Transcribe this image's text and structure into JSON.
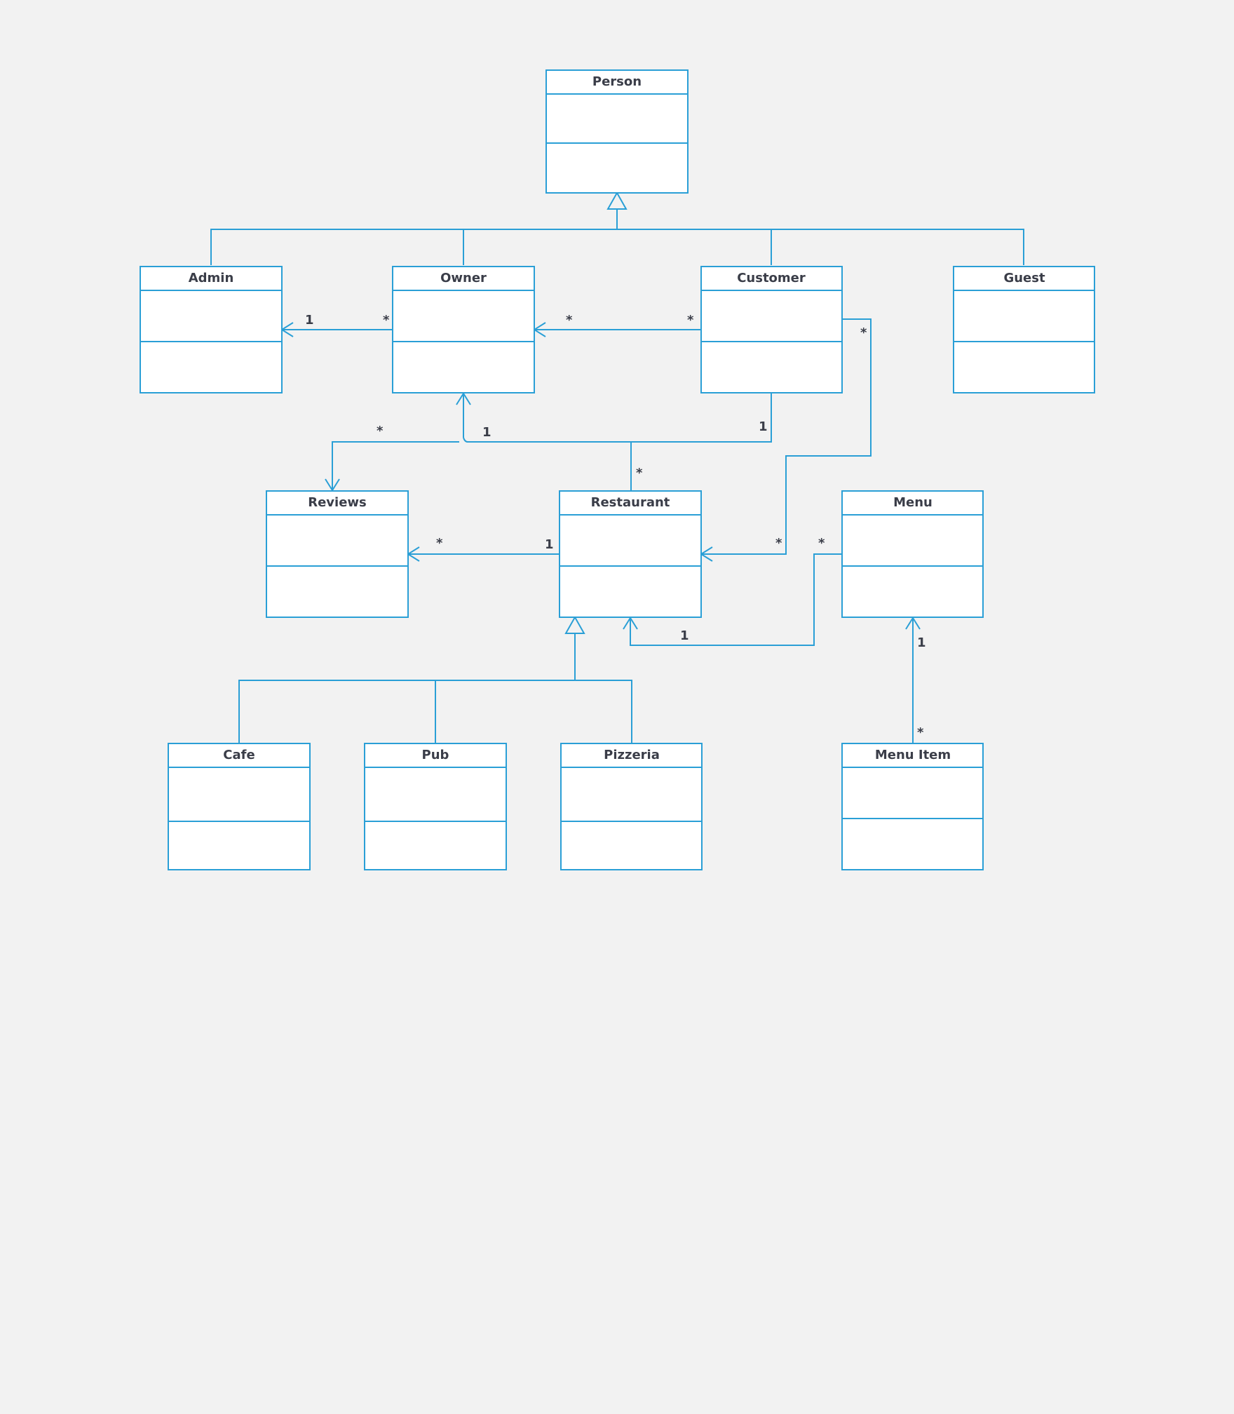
{
  "classes": {
    "person": "Person",
    "admin": "Admin",
    "owner": "Owner",
    "customer": "Customer",
    "guest": "Guest",
    "reviews": "Reviews",
    "restaurant": "Restaurant",
    "menu": "Menu",
    "cafe": "Cafe",
    "pub": "Pub",
    "pizzeria": "Pizzeria",
    "menu_item": "Menu Item"
  },
  "associations": [
    {
      "from": "Owner",
      "to": "Admin",
      "from_mult": "*",
      "to_mult": "1"
    },
    {
      "from": "Customer",
      "to": "Owner",
      "from_mult": "*",
      "to_mult": "*"
    },
    {
      "from": "Customer",
      "to": "Restaurant",
      "from_mult": "*",
      "to_mult": "*"
    },
    {
      "from": "Customer",
      "to": "Reviews",
      "from_mult": "1",
      "to_mult": "*"
    },
    {
      "from": "Restaurant",
      "to": "Owner",
      "from_mult": "*",
      "to_mult": "1"
    },
    {
      "from": "Restaurant",
      "to": "Reviews",
      "from_mult": "1",
      "to_mult": "*"
    },
    {
      "from": "Menu",
      "to": "Restaurant",
      "from_mult": "*",
      "to_mult": "1"
    },
    {
      "from": "Menu Item",
      "to": "Menu",
      "from_mult": "*",
      "to_mult": "1"
    }
  ],
  "generalizations": [
    {
      "parent": "Person",
      "children": [
        "Admin",
        "Owner",
        "Customer",
        "Guest"
      ]
    },
    {
      "parent": "Restaurant",
      "children": [
        "Cafe",
        "Pub",
        "Pizzeria"
      ]
    }
  ],
  "colors": {
    "line": "#2a9fd6",
    "text": "#3a3d48",
    "background": "#f2f2f2",
    "box": "#ffffff"
  }
}
